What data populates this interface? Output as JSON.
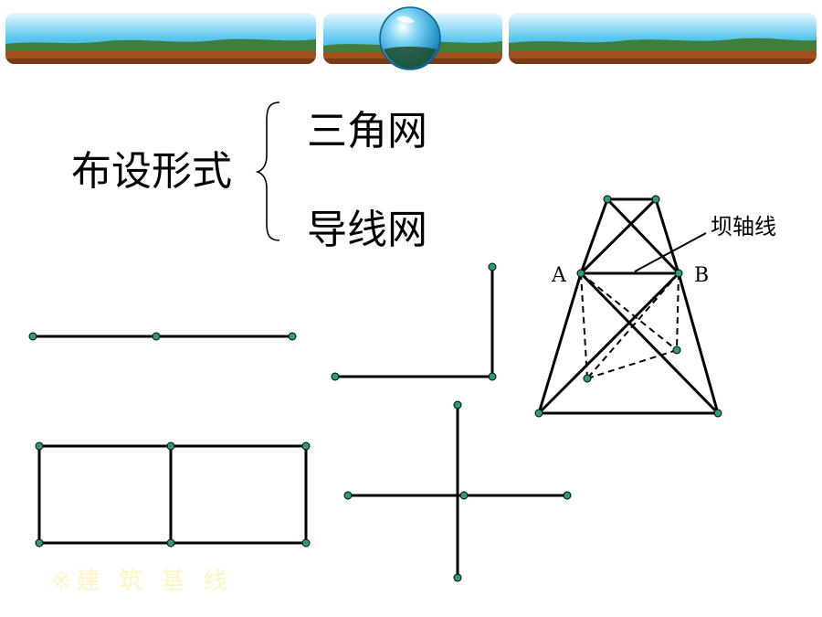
{
  "title": {
    "main": "布设形式",
    "option_1": "三角网",
    "option_2": "导线网"
  },
  "labels": {
    "point_a": "A",
    "point_b": "B",
    "dam_axis": "坝轴线"
  },
  "watermark": "※建 筑 基 线",
  "colors": {
    "line": "#000000",
    "node": "#2a9e6e",
    "sky": "#3fb9e6",
    "ground": "#a0521e"
  }
}
